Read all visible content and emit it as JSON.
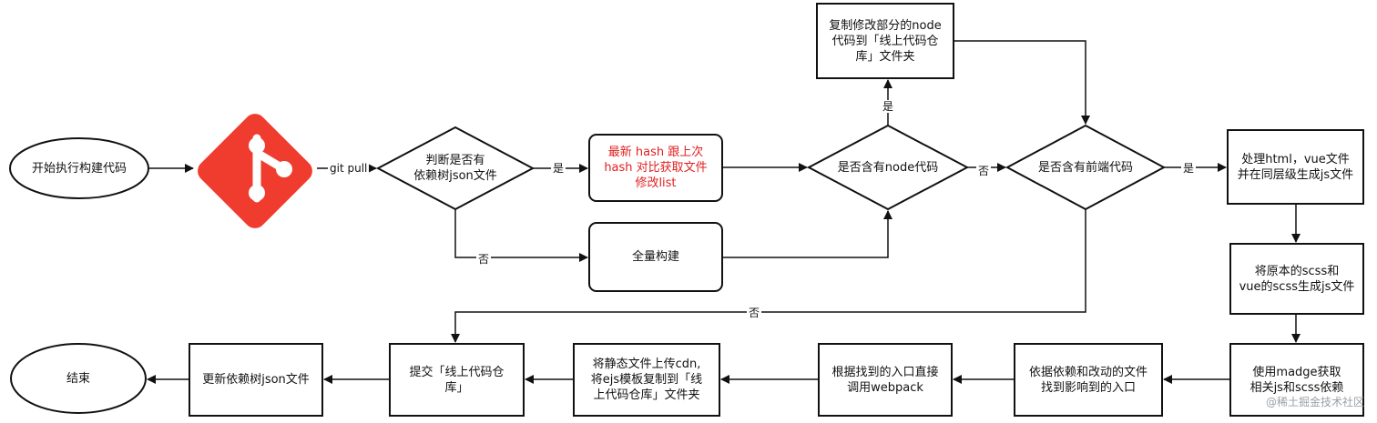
{
  "nodes": {
    "start": "开始执行构建代码",
    "check_json": "判断是否有\n依赖树json文件",
    "hash_compare": "最新 hash 跟上次\nhash 对比获取文件\n修改list",
    "full_build": "全量构建",
    "has_node": "是否含有node代码",
    "copy_node": "复制修改部分的node\n代码到「线上代码仓\n库」文件夹",
    "has_frontend": "是否含有前端代码",
    "process_html": "处理html，vue文件\n并在同层级生成js文件",
    "scss_to_js": "将原本的scss和\nvue的scss生成js文件",
    "madge": "使用madge获取\n相关js和scss依赖",
    "find_entry": "依据依赖和改动的文件\n找到影响到的入口",
    "webpack": "根据找到的入口直接\n调用webpack",
    "upload_cdn": "将静态文件上传cdn,\n将ejs模板复制到「线\n上代码仓库」文件夹",
    "commit": "提交「线上代码仓\n库」",
    "update_tree": "更新依赖树json文件",
    "end": "结束"
  },
  "edge_labels": {
    "git_pull": "git pull",
    "yes_1": "是",
    "no_1": "否",
    "yes_up": "是",
    "no_2": "否",
    "yes_2": "是",
    "no_3": "否"
  },
  "watermark": "@稀土掘金技术社区",
  "colors": {
    "git_logo": "#f03c2e",
    "highlight_text": "#e02020",
    "stroke": "#111111"
  },
  "icons": {
    "git_logo": "git-logo-icon"
  }
}
